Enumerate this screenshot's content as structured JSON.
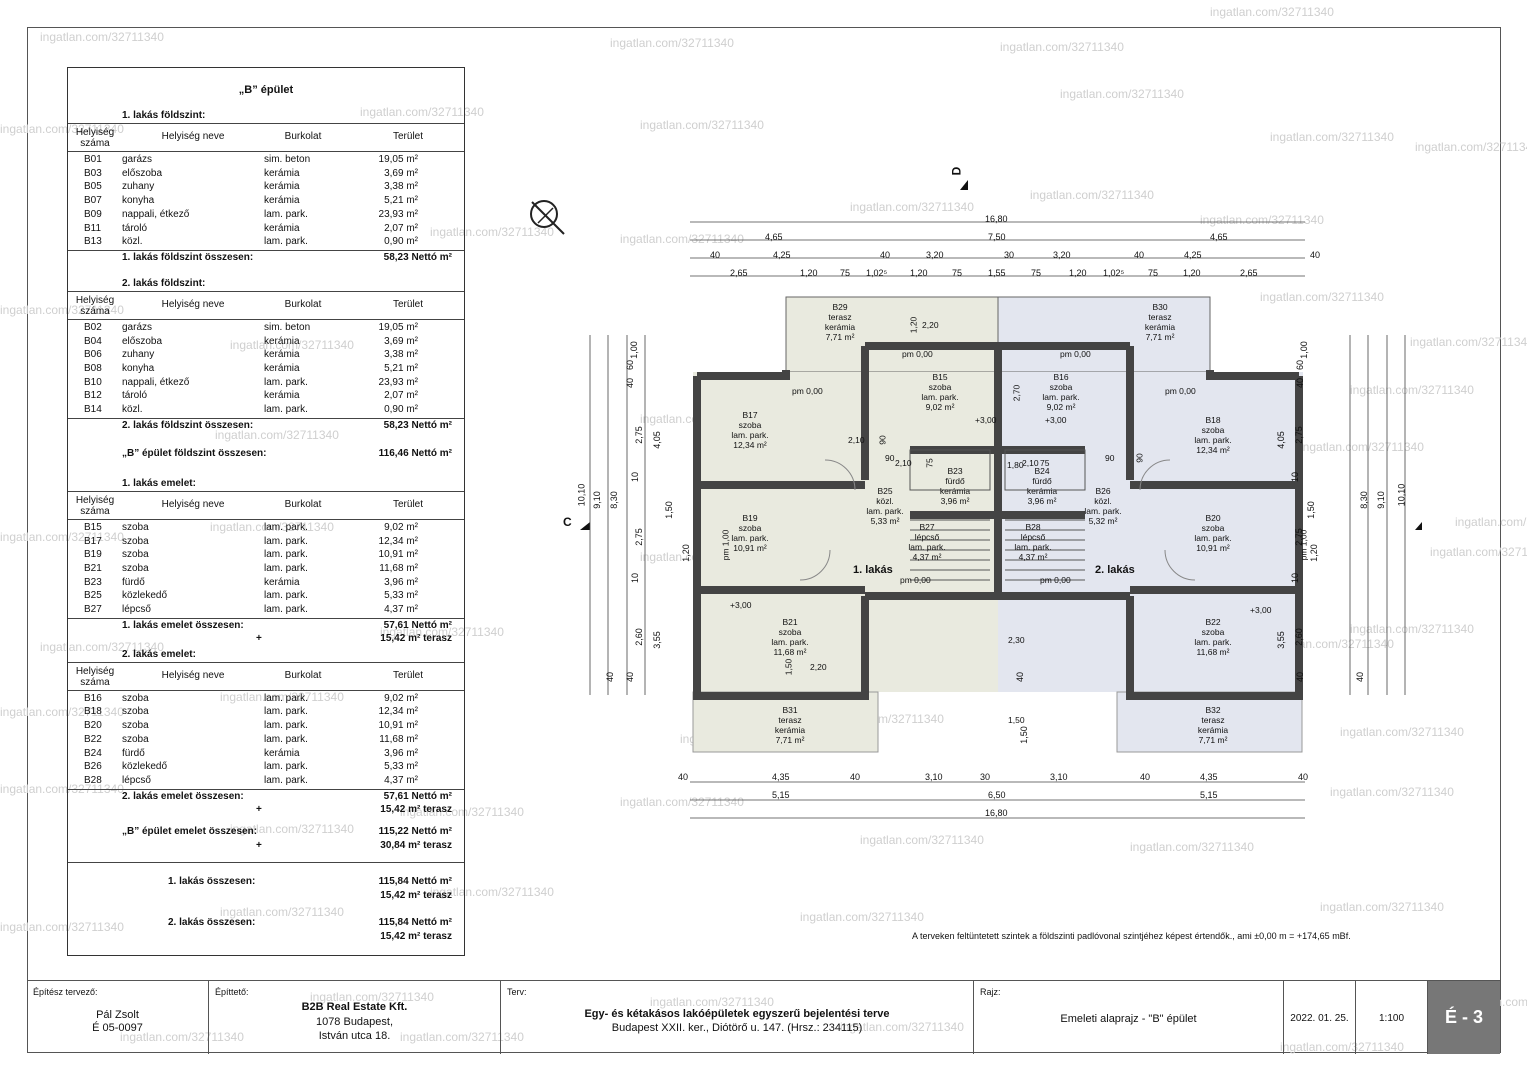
{
  "watermark": "ingatlan.com/32711340",
  "schedule": {
    "title": "„B” épület",
    "headers": {
      "num": "Helyiség száma",
      "name": "Helyiség neve",
      "floor": "Burkolat",
      "area": "Terület"
    },
    "sections": [
      {
        "heading": "1. lakás földszint:",
        "rows": [
          [
            "B01",
            "garázs",
            "sim. beton",
            "19,05 m²"
          ],
          [
            "B03",
            "előszoba",
            "kerámia",
            "3,69 m²"
          ],
          [
            "B05",
            "zuhany",
            "kerámia",
            "3,38 m²"
          ],
          [
            "B07",
            "konyha",
            "kerámia",
            "5,21 m²"
          ],
          [
            "B09",
            "nappali, étkező",
            "lam. park.",
            "23,93 m²"
          ],
          [
            "B11",
            "tároló",
            "kerámia",
            "2,07 m²"
          ],
          [
            "B13",
            "közl.",
            "lam. park.",
            "0,90 m²"
          ]
        ],
        "total_label": "1. lakás földszint összesen:",
        "total_value": "58,23  Nettó m²"
      },
      {
        "heading": "2. lakás földszint:",
        "rows": [
          [
            "B02",
            "garázs",
            "sim. beton",
            "19,05 m²"
          ],
          [
            "B04",
            "előszoba",
            "kerámia",
            "3,69 m²"
          ],
          [
            "B06",
            "zuhany",
            "kerámia",
            "3,38 m²"
          ],
          [
            "B08",
            "konyha",
            "kerámia",
            "5,21 m²"
          ],
          [
            "B10",
            "nappali, étkező",
            "lam. park.",
            "23,93 m²"
          ],
          [
            "B12",
            "tároló",
            "kerámia",
            "2,07 m²"
          ],
          [
            "B14",
            "közl.",
            "lam. park.",
            "0,90 m²"
          ]
        ],
        "total_label": "2. lakás földszint összesen:",
        "total_value": "58,23  Nettó m²"
      },
      {
        "heading": "1. lakás emelet:",
        "rows": [
          [
            "B15",
            "szoba",
            "lam. park.",
            "9,02 m²"
          ],
          [
            "B17",
            "szoba",
            "lam. park.",
            "12,34 m²"
          ],
          [
            "B19",
            "szoba",
            "lam. park.",
            "10,91 m²"
          ],
          [
            "B21",
            "szoba",
            "lam. park.",
            "11,68 m²"
          ],
          [
            "B23",
            "fürdő",
            "kerámia",
            "3,96 m²"
          ],
          [
            "B25",
            "közlekedő",
            "lam. park.",
            "5,33 m²"
          ],
          [
            "B27",
            "lépcső",
            "lam. park.",
            "4,37 m²"
          ]
        ],
        "total_label": "1. lakás emelet összesen:",
        "total_value": "57,61  Nettó m²",
        "terrace": "15,42 m² terasz"
      },
      {
        "heading": "2. lakás emelet:",
        "rows": [
          [
            "B16",
            "szoba",
            "lam. park.",
            "9,02 m²"
          ],
          [
            "B18",
            "szoba",
            "lam. park.",
            "12,34 m²"
          ],
          [
            "B20",
            "szoba",
            "lam. park.",
            "10,91 m²"
          ],
          [
            "B22",
            "szoba",
            "lam. park.",
            "11,68 m²"
          ],
          [
            "B24",
            "fürdő",
            "kerámia",
            "3,96 m²"
          ],
          [
            "B26",
            "közlekedő",
            "lam. park.",
            "5,33 m²"
          ],
          [
            "B28",
            "lépcső",
            "lam. park.",
            "4,37 m²"
          ]
        ],
        "total_label": "2. lakás emelet összesen:",
        "total_value": "57,61  Nettó m²",
        "terrace": "15,42 m² terasz"
      }
    ],
    "ground_total_label": "„B” épület földszint összesen:",
    "ground_total_value": "116,46  Nettó m²",
    "upper_total_label": "„B” épület emelet összesen:",
    "upper_total_value": "115,22  Nettó m²",
    "upper_terrace": "30,84 m² terasz",
    "flat1_label": "1. lakás összesen:",
    "flat1_value": "115,84  Nettó m²",
    "flat1_terrace": "15,42 m² terasz",
    "flat2_label": "2. lakás összesen:",
    "flat2_value": "115,84  Nettó m²",
    "flat2_terrace": "15,42 m² terasz",
    "plus": "+"
  },
  "plan": {
    "section_c": "C",
    "section_d": "D",
    "flat1_label": "1. lakás",
    "flat2_label": "2. lakás",
    "rooms": [
      {
        "id": "B29",
        "lines": [
          "B29",
          "terasz",
          "kerámia",
          "7,71 m²"
        ]
      },
      {
        "id": "B30",
        "lines": [
          "B30",
          "terasz",
          "kerámia",
          "7,71 m²"
        ]
      },
      {
        "id": "B15",
        "lines": [
          "B15",
          "szoba",
          "lam. park.",
          "9,02 m²"
        ]
      },
      {
        "id": "B16",
        "lines": [
          "B16",
          "szoba",
          "lam. park.",
          "9,02 m²"
        ]
      },
      {
        "id": "B17",
        "lines": [
          "B17",
          "szoba",
          "lam. park.",
          "12,34 m²"
        ]
      },
      {
        "id": "B18",
        "lines": [
          "B18",
          "szoba",
          "lam. park.",
          "12,34 m²"
        ]
      },
      {
        "id": "B23",
        "lines": [
          "B23",
          "fürdő",
          "kerámia",
          "3,96 m²"
        ]
      },
      {
        "id": "B24",
        "lines": [
          "B24",
          "fürdő",
          "kerámia",
          "3,96 m²"
        ]
      },
      {
        "id": "B25",
        "lines": [
          "B25",
          "közl.",
          "lam. park.",
          "5,33 m²"
        ]
      },
      {
        "id": "B26",
        "lines": [
          "B26",
          "közl.",
          "lam. park.",
          "5,32 m²"
        ]
      },
      {
        "id": "B27",
        "lines": [
          "B27",
          "lépcső",
          "lam. park.",
          "4,37 m²"
        ]
      },
      {
        "id": "B28",
        "lines": [
          "B28",
          "lépcső",
          "lam. park.",
          "4,37 m²"
        ]
      },
      {
        "id": "B19",
        "lines": [
          "B19",
          "szoba",
          "lam. park.",
          "10,91 m²"
        ]
      },
      {
        "id": "B20",
        "lines": [
          "B20",
          "szoba",
          "lam. park.",
          "10,91 m²"
        ]
      },
      {
        "id": "B21",
        "lines": [
          "B21",
          "szoba",
          "lam. park.",
          "11,68 m²"
        ]
      },
      {
        "id": "B22",
        "lines": [
          "B22",
          "szoba",
          "lam. park.",
          "11,68 m²"
        ]
      },
      {
        "id": "B31",
        "lines": [
          "B31",
          "terasz",
          "kerámia",
          "7,71 m²"
        ]
      },
      {
        "id": "B32",
        "lines": [
          "B32",
          "terasz",
          "kerámia",
          "7,71 m²"
        ]
      }
    ],
    "levels": [
      "+3,00",
      "+3,00",
      "+3,00",
      "+3,00"
    ],
    "parapets": [
      "pm 0,00",
      "pm 0,00",
      "pm 0,00",
      "pm 0,00",
      "pm 0,00",
      "pm 0,00",
      "pm 1,00",
      "pm 1,00"
    ],
    "dims_top": {
      "overall": "16,80",
      "row2": [
        "4,65",
        "7,50",
        "4,65"
      ],
      "row3": [
        "40",
        "4,25",
        "40",
        "3,20",
        "30",
        "3,20",
        "40",
        "4,25",
        "40"
      ],
      "row4": [
        "2,65",
        "1,20",
        "75",
        "1,02⁵",
        "1,20",
        "75",
        "1,55",
        "75",
        "1,20",
        "1,02⁵",
        "75",
        "1,20",
        "2,65"
      ]
    },
    "dims_bottom": {
      "row1": [
        "40",
        "4,35",
        "40",
        "3,10",
        "30",
        "3,10",
        "40",
        "4,35",
        "40"
      ],
      "row2": [
        "5,15",
        "6,50",
        "5,15"
      ],
      "overall": "16,80"
    },
    "dims_left": [
      "10,10",
      "9,10",
      "8,30",
      "1,00",
      "60",
      "40",
      "2,75",
      "4,05",
      "10",
      "2,75",
      "1,50",
      "10",
      "2,60",
      "3,55",
      "40",
      "40",
      "40",
      "1,50",
      "1,20"
    ],
    "dims_right": [
      "10,10",
      "9,10",
      "8,30",
      "1,00",
      "60",
      "40",
      "2,75",
      "4,05",
      "10",
      "2,75",
      "1,50",
      "10",
      "2,60",
      "3,55",
      "40",
      "40",
      "40",
      "1,50",
      "1,20"
    ],
    "openings": [
      "1,20",
      "2,20",
      "2,10",
      "90",
      "2,10",
      "90",
      "75",
      "2,10",
      "90",
      "1,50",
      "2,20",
      "1,80",
      "2,70",
      "2,30",
      "1,50",
      "90",
      "75"
    ]
  },
  "note": "A terveken feltüntetett szintek a földszinti padlóvonal szintjéhez képest értendők., ami ±0,00 m = +174,65 mBf.",
  "titleblock": {
    "architect_label": "Építész tervező:",
    "architect_name": "Pál Zsolt",
    "architect_id": "É 05-0097",
    "builder_label": "Építtető:",
    "builder_name": "B2B Real Estate Kft.",
    "builder_addr1": "1078 Budapest,",
    "builder_addr2": "István utca 18.",
    "plan_label": "Terv:",
    "plan_title": "Egy- és kétakásos lakóépületek egyszerű bejelentési terve",
    "plan_addr": "Budapest XXII. ker., Diótörő u. 147. (Hrsz.: 234115)",
    "drawing_label": "Rajz:",
    "drawing_title": "Emeleti alaprajz - \"B\" épület",
    "date": "2022. 01. 25.",
    "scale": "1:100",
    "sheet": "É - 3"
  }
}
